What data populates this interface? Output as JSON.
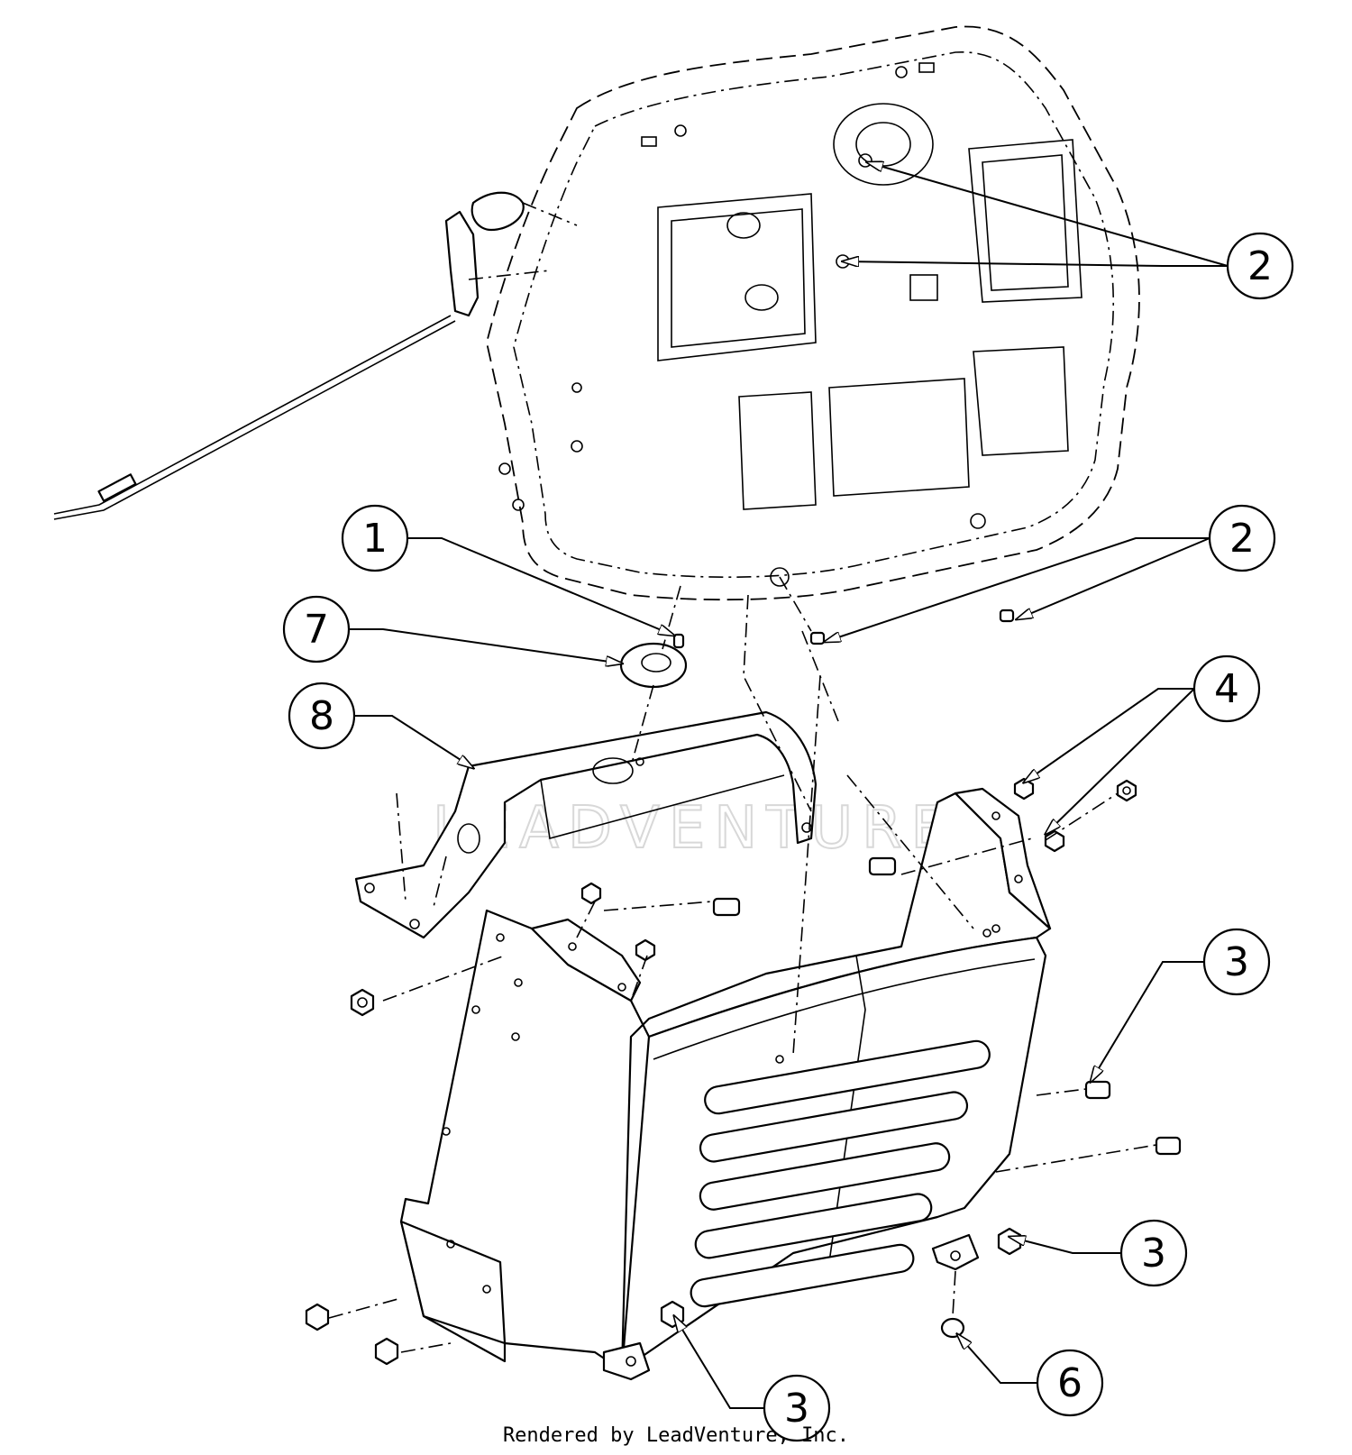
{
  "diagram": {
    "watermark": "LEADVENTURE",
    "credit": "Rendered by LeadVenture, Inc.",
    "callouts": [
      {
        "id": "callout-2-top",
        "label": "2"
      },
      {
        "id": "callout-2-mid",
        "label": "2"
      },
      {
        "id": "callout-1",
        "label": "1"
      },
      {
        "id": "callout-7",
        "label": "7"
      },
      {
        "id": "callout-8",
        "label": "8"
      },
      {
        "id": "callout-4",
        "label": "4"
      },
      {
        "id": "callout-3-right",
        "label": "3"
      },
      {
        "id": "callout-3-lower",
        "label": "3"
      },
      {
        "id": "callout-3-bottom",
        "label": "3"
      },
      {
        "id": "callout-6",
        "label": "6"
      }
    ]
  }
}
